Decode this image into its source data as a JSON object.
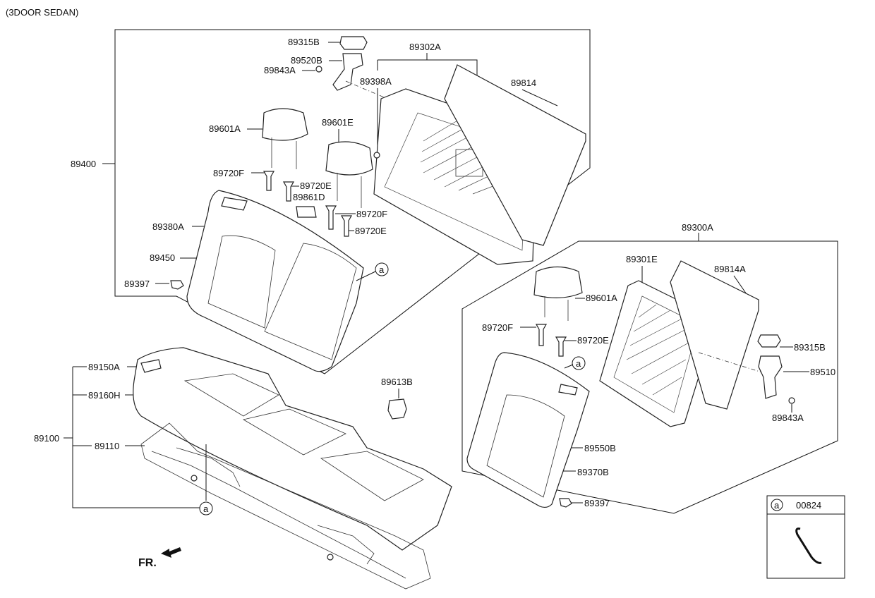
{
  "variant": "(3DOOR SEDAN)",
  "fr_label": "FR.",
  "ref_marker": "a",
  "parts": {
    "p89315B_top": "89315B",
    "p89520B": "89520B",
    "p89843A_top": "89843A",
    "p89302A": "89302A",
    "p89398A": "89398A",
    "p89814": "89814",
    "p89601A_top": "89601A",
    "p89601E": "89601E",
    "p89400": "89400",
    "p89720F_1": "89720F",
    "p89720E_1": "89720E",
    "p89861D": "89861D",
    "p89720F_2": "89720F",
    "p89720E_2": "89720E",
    "p89380A": "89380A",
    "p89450": "89450",
    "p89397_top": "89397",
    "p89300A": "89300A",
    "p89301E": "89301E",
    "p89814A": "89814A",
    "p89601A_right": "89601A",
    "p89720F_3": "89720F",
    "p89720E_3": "89720E",
    "p89315B_right": "89315B",
    "p89510": "89510",
    "p89843A_right": "89843A",
    "p89550B": "89550B",
    "p89370B": "89370B",
    "p89397_right": "89397",
    "p89150A": "89150A",
    "p89160H": "89160H",
    "p89100": "89100",
    "p89110": "89110",
    "p89613B": "89613B",
    "p00824": "00824"
  }
}
